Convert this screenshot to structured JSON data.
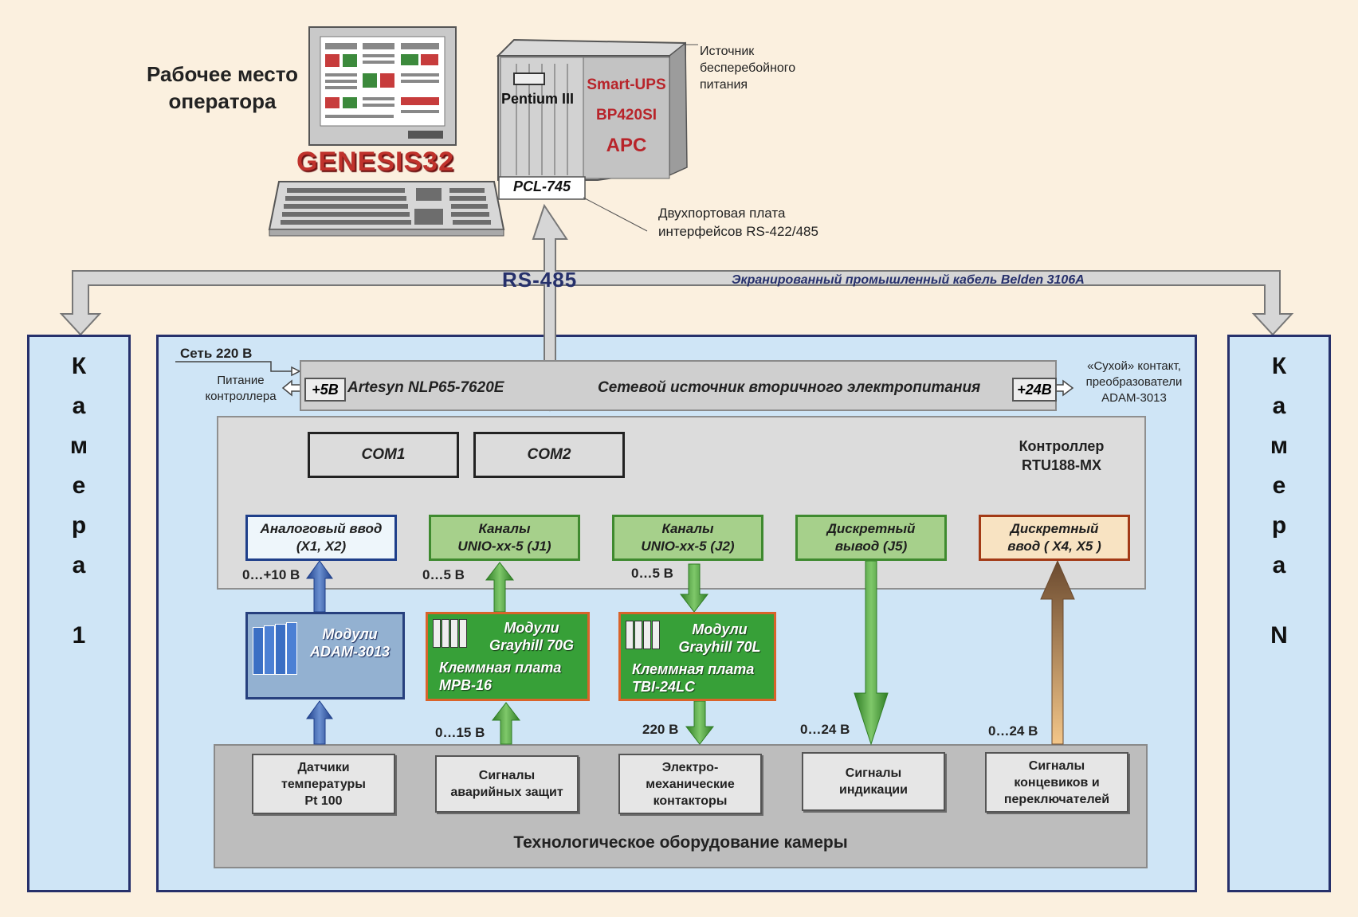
{
  "operator": {
    "title_line1": "Рабочее место",
    "title_line2": "оператора",
    "software": "GENESIS32"
  },
  "computer": {
    "cpu_label": "Pentium III",
    "ups_line1": "Smart-UPS",
    "ups_line2": "BP420SI",
    "ups_line3": "APC",
    "card_label": "PCL-745"
  },
  "notes": {
    "ups_line1": "Источник",
    "ups_line2": "бесперебойного",
    "ups_line3": "питания",
    "card_line1": "Двухпортовая плата",
    "card_line2": "интерфейсов RS-422/485"
  },
  "bus": {
    "label": "RS-485",
    "cable": "Экранированный промышленный  кабель Belden 3106A"
  },
  "camera_first": {
    "letters": [
      "К",
      "а",
      "м",
      "е",
      "р",
      "а"
    ],
    "number": "1"
  },
  "camera_last": {
    "letters": [
      "К",
      "а",
      "м",
      "е",
      "р",
      "а"
    ],
    "number": "N"
  },
  "power": {
    "mains": "Сеть 220 В",
    "ctrl_power_line1": "Питание",
    "ctrl_power_line2": "контроллера",
    "v5": "+5В",
    "model": "Artesyn NLP65-7620E",
    "description": "Сетевой источник вторичного электропитания",
    "v24": "+24В",
    "dry_line1": "«Сухой» контакт,",
    "dry_line2": "преобразователи",
    "dry_line3": "ADAM-3013"
  },
  "controller": {
    "com1": "COM1",
    "com2": "COM2",
    "name_line1": "Контроллер",
    "name_line2": "RTU188-MX"
  },
  "channels": [
    {
      "line1": "Аналоговый ввод",
      "line2": "(X1, X2)",
      "voltage": "0…+10 В"
    },
    {
      "line1": "Каналы",
      "line2": "UNIO-xx-5 (J1)",
      "voltage": "0…5 В"
    },
    {
      "line1": "Каналы",
      "line2": "UNIO-xx-5 (J2)",
      "voltage": "0…5 В"
    },
    {
      "line1": "Дискретный",
      "line2": "вывод (J5)"
    },
    {
      "line1": "Дискретный",
      "line2": "ввод ( X4, X5 )"
    }
  ],
  "modules": [
    {
      "line1": "Модули",
      "line2": "ADAM-3013"
    },
    {
      "line1": "Модули",
      "line2": "Grayhill 70G",
      "line3": "Клеммная плата",
      "line4": "MPB-16"
    },
    {
      "line1": "Модули",
      "line2": "Grayhill 70L",
      "line3": "Клеммная плата",
      "line4": "TBI-24LC"
    }
  ],
  "field_voltages": [
    "0…15 В",
    "220 В",
    "0…24 В",
    "0…24 В"
  ],
  "equipment": {
    "title": "Технологическое оборудование камеры",
    "signals": [
      {
        "line1": "Датчики",
        "line2": "температуры",
        "line3": "Pt 100"
      },
      {
        "line1": "Сигналы",
        "line2": "аварийных защит"
      },
      {
        "line1": "Электро-",
        "line2": "механические",
        "line3": "контакторы"
      },
      {
        "line1": "Сигналы",
        "line2": "индикации"
      },
      {
        "line1": "Сигналы",
        "line2": "концевиков и",
        "line3": "переключателей"
      }
    ]
  },
  "colors": {
    "background": "#fbf0df",
    "panel": "#cfe5f6",
    "frame": "#26306b",
    "genesis_red": "#c0322c",
    "ups_red": "#b8242a",
    "arrow_blue": "#2b4a9b",
    "arrow_green": "#3f9a34",
    "arrow_brown": "#7a5a3a"
  }
}
